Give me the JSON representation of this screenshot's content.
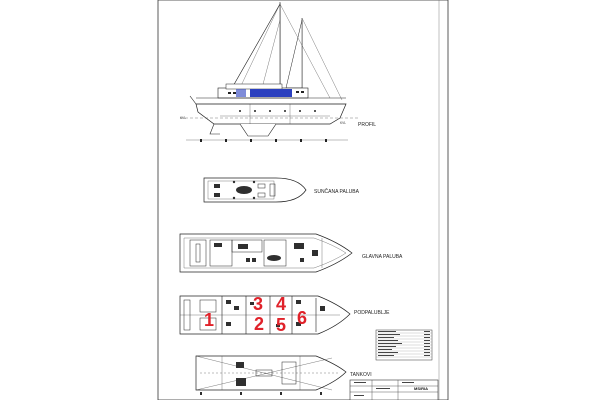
{
  "views": {
    "profile": "PROFIL",
    "sun_deck": "SUNČANA PALUBA",
    "main_deck": "GLAVNA PALUBA",
    "lower_deck": "PODPALUBLJE",
    "tank_top": "TANKOVI"
  },
  "cabins": [
    "1",
    "2",
    "3",
    "4",
    "5",
    "6"
  ],
  "title_block": {
    "project": "MS/RIA"
  },
  "colors": {
    "line": "#222222",
    "cabin_numbers": "#e0222a",
    "deck_accent": "#2a3fbf"
  }
}
